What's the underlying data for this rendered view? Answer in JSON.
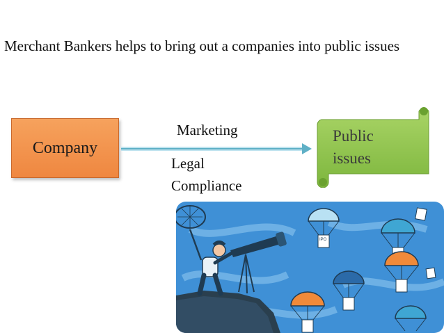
{
  "heading": "Merchant Bankers helps to bring out a companies  into public  issues",
  "company": "Company",
  "labels": {
    "marketing": "Marketing",
    "legal": "Legal",
    "compliance": "Compliance"
  },
  "target_lines": [
    "Public",
    "issues"
  ],
  "ipo_tag": "IPO",
  "colors": {
    "company_fill": "#f0914a",
    "scroll_fill": "#8fc54f",
    "arrow": "#5fb0c6",
    "sky": "#3f90d6"
  }
}
